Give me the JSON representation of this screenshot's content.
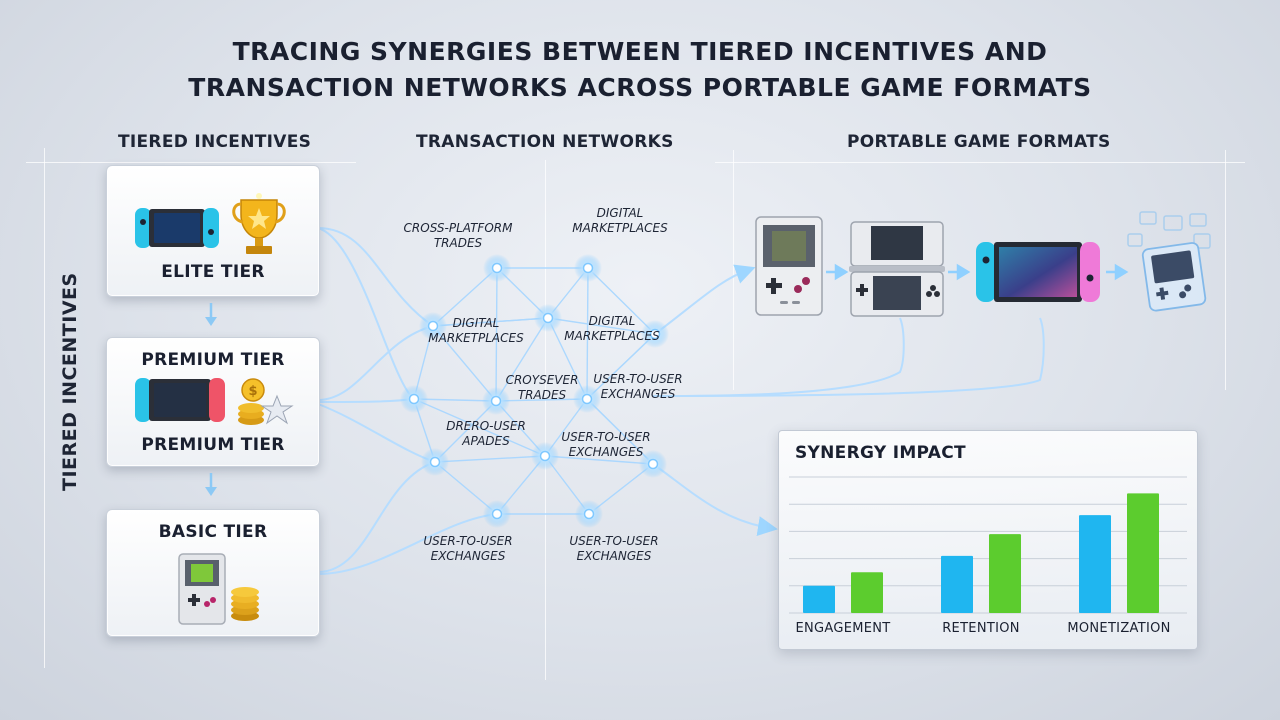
{
  "title_lines": [
    "TRACING SYNERGIES BETWEEN TIERED INCENTIVES AND",
    "TRANSACTION NETWORKS ACROSS PORTABLE GAME FORMATS"
  ],
  "sections": {
    "tiered": "TIERED INCENTIVES",
    "network": "TRANSACTION NETWORKS",
    "portable": "PORTABLE GAME FORMATS"
  },
  "side_label": "TIERED INCENTIVES",
  "tiers": {
    "elite": "ELITE TIER",
    "premium_top": "PREMIUM TIER",
    "premium_bottom": "PREMIUM TIER",
    "basic": "BASIC TIER"
  },
  "network_labels": [
    "CROSS-PLATFORM\nTRADES",
    "DIGITAL\nMARKETPLACES",
    "DIGITAL\nMARKETPLACES",
    "DIGITAL\nMARKETPLACES",
    "CROYSEVER\nTRADES",
    "USER-TO-USER\nEXCHANGES",
    "DRERO-USER\nAPADES",
    "USER-TO-USER\nEXCHANGES",
    "USER-TO-USER\nEXCHANGES",
    "USER-TO-USER\nEXCHANGES"
  ],
  "icons": {
    "elite_device": "handheld-console-icon",
    "elite_reward": "trophy-icon",
    "premium_device": "handheld-console-icon",
    "premium_reward": "coins-star-icon",
    "basic_device": "classic-handheld-icon",
    "basic_reward": "coin-stack-icon",
    "formats": [
      "classic-handheld-icon",
      "dual-screen-handheld-icon",
      "hybrid-console-icon",
      "holographic-handheld-icon"
    ]
  },
  "colors": {
    "node_glow": "#7fc8ff",
    "bar_blue": "#1fb6f0",
    "bar_green": "#5ccc2e",
    "joycon_blue": "#2ac3e8",
    "joycon_red": "#ef5468",
    "trophy_gold": "#f3b51c"
  },
  "chart_data": {
    "type": "bar",
    "title": "SYNERGY IMPACT",
    "categories": [
      "ENGAGEMENT",
      "RETENTION",
      "MONETIZATION"
    ],
    "series": [
      {
        "values": [
          1.0,
          2.1,
          3.6
        ]
      },
      {
        "values": [
          1.5,
          2.9,
          4.4
        ]
      }
    ],
    "ylim": [
      0,
      5
    ],
    "grid": true,
    "legend": "none"
  }
}
